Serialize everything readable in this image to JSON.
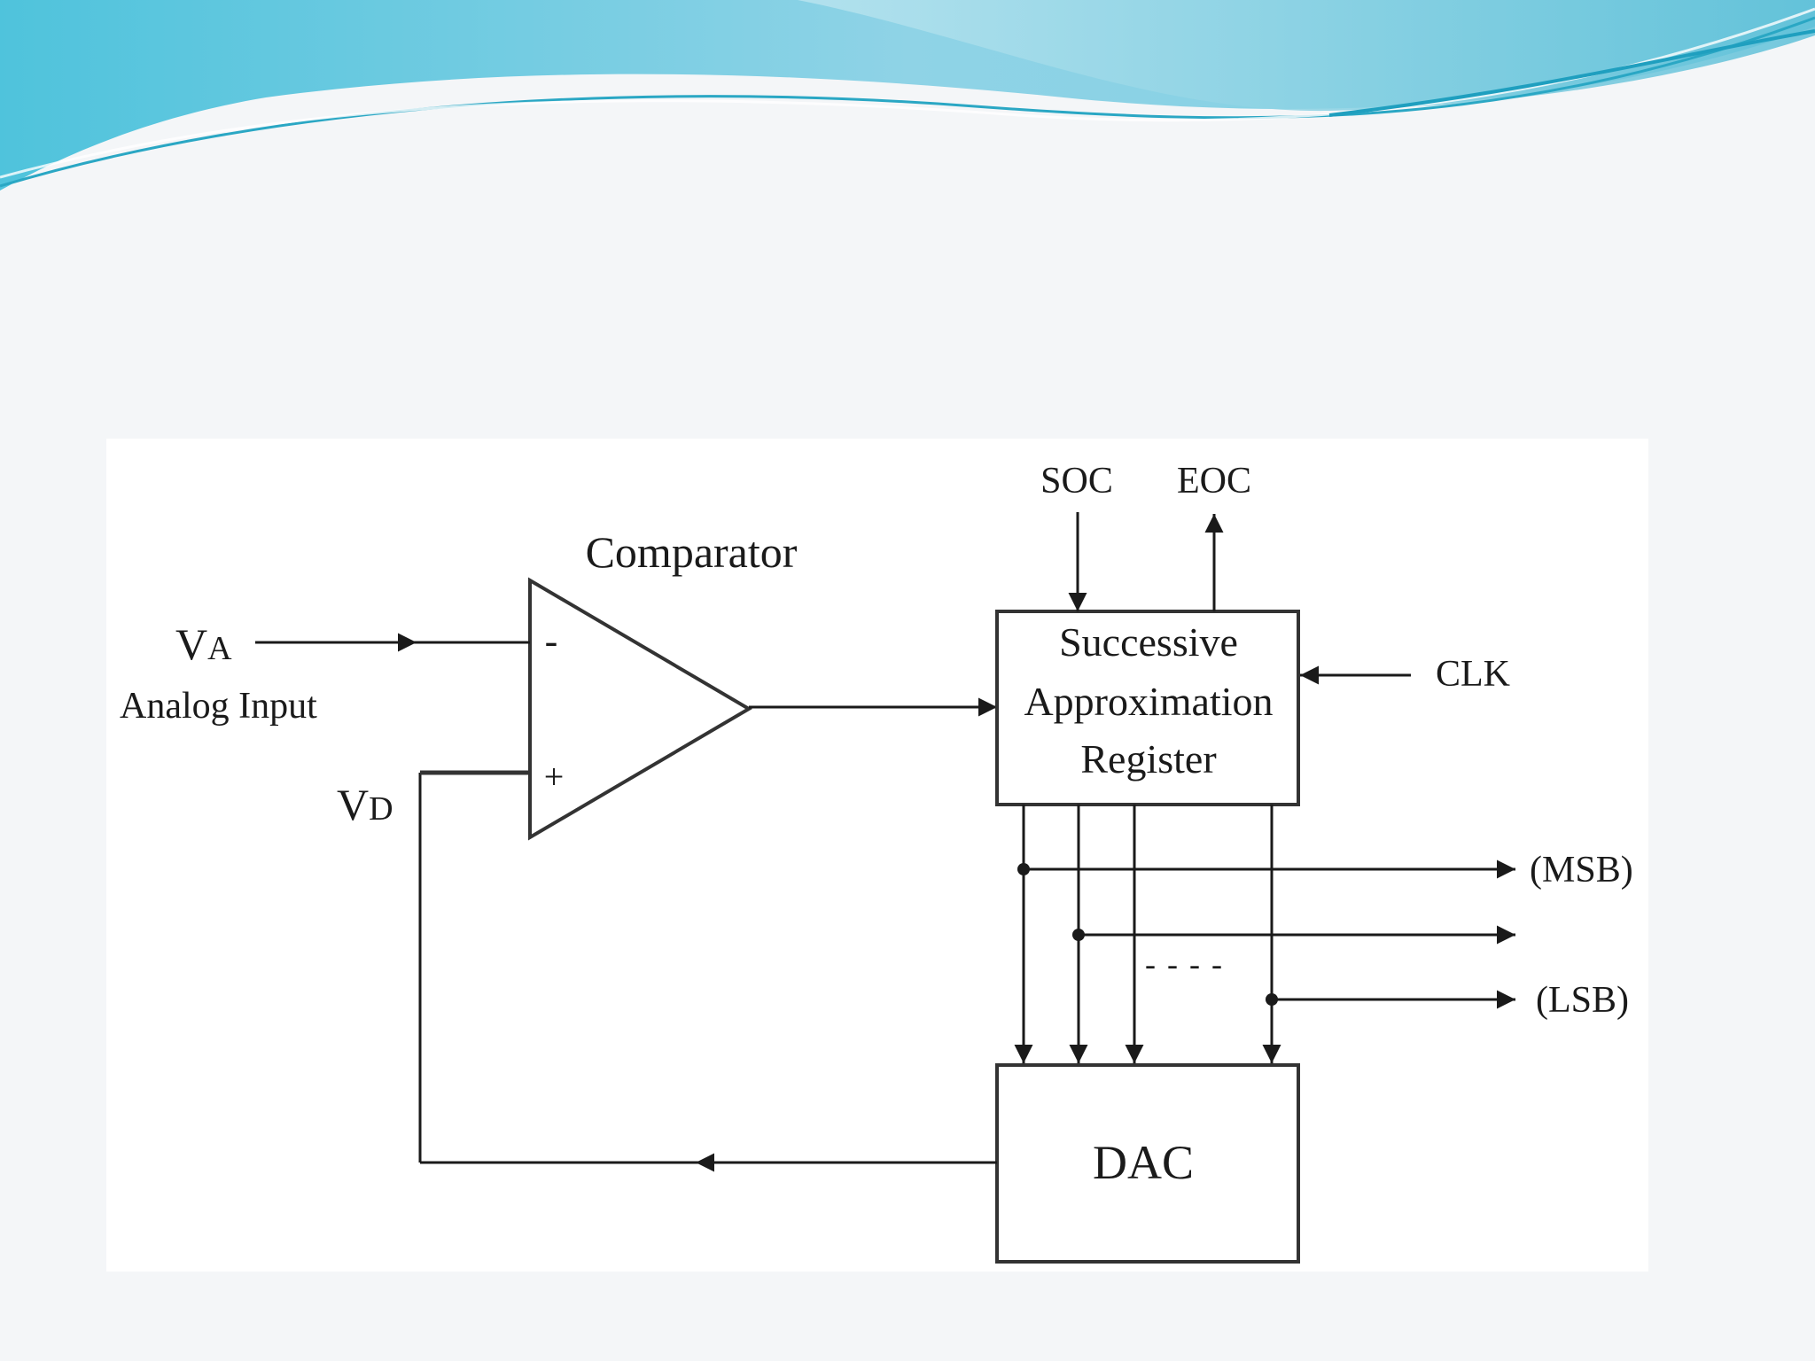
{
  "colors": {
    "page_background": "#f4f6f8",
    "panel_background": "#ffffff",
    "line": "#1a1a1a",
    "wave_light": "#a8dcea",
    "wave_mid": "#6cc6dc",
    "wave_dark": "#3fb0cc"
  },
  "diagram": {
    "comparator_label": "Comparator",
    "minus_sign": "-",
    "plus_sign": "+",
    "input_symbol": "V",
    "input_subscript": "A",
    "input_caption": "Analog Input",
    "feedback_symbol": "V",
    "feedback_subscript": "D",
    "sar_line1": "Successive",
    "sar_line2": "Approximation",
    "sar_line3": "Register",
    "soc_label": "SOC",
    "eoc_label": "EOC",
    "clk_label": "CLK",
    "msb_label": "(MSB)",
    "lsb_label": "(LSB)",
    "dac_label": "DAC",
    "dashes": "- - - -"
  }
}
